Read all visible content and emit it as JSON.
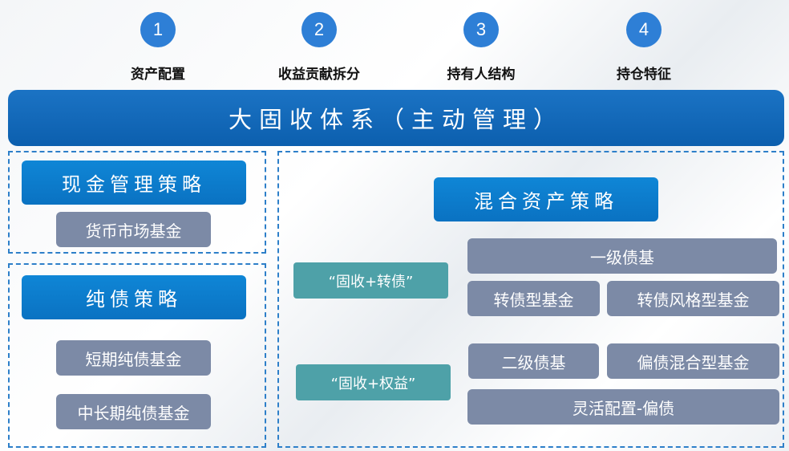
{
  "steps": [
    {
      "number": "1",
      "label": "资产配置"
    },
    {
      "number": "2",
      "label": "收益贡献拆分"
    },
    {
      "number": "3",
      "label": "持有人结构"
    },
    {
      "number": "4",
      "label": "持仓特征"
    }
  ],
  "banner": {
    "title": "大固收体系（主动管理）"
  },
  "cash_strategy": {
    "title": "现金管理策略",
    "funds": [
      "货币市场基金"
    ]
  },
  "pure_bond_strategy": {
    "title": "纯债策略",
    "funds": [
      "短期纯债基金",
      "中长期纯债基金"
    ]
  },
  "mixed_strategy": {
    "title": "混合资产策略",
    "groups": [
      {
        "label": "“固收+转债”",
        "funds": [
          "一级债基",
          "转债型基金",
          "转债风格型基金"
        ]
      },
      {
        "label": "“固收+权益”",
        "funds": [
          "二级债基",
          "偏债混合型基金",
          "灵活配置-偏债"
        ]
      }
    ]
  },
  "colors": {
    "step_circle": "#2e7fd6",
    "banner": "#0c5fae",
    "strategy": "#0a72c2",
    "fund": "#7c8aa6",
    "combo": "#4ea1a8"
  }
}
